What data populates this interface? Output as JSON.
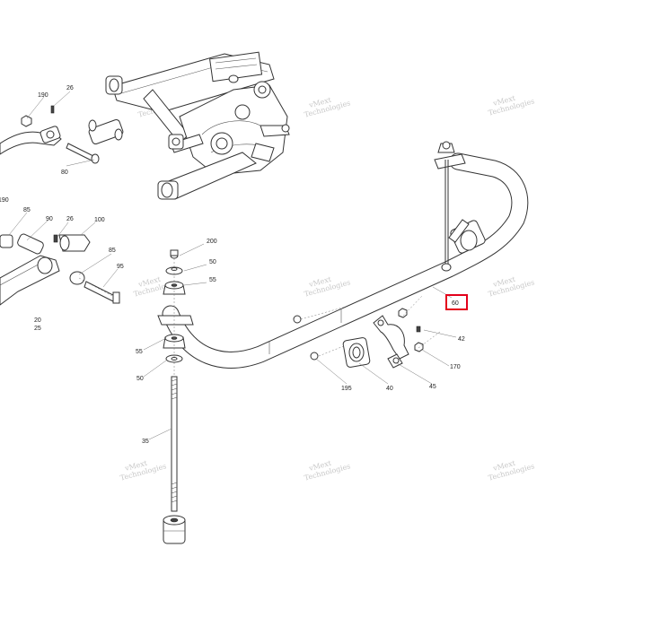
{
  "parts": {
    "p190a": "190",
    "p26a": "26",
    "p80": "80",
    "p190b": "190",
    "p85a": "85",
    "p90": "90",
    "p26b": "26",
    "p100": "100",
    "p85b": "85",
    "p95": "95",
    "p20": "20",
    "p25": "25",
    "p200": "200",
    "p50a": "50",
    "p55a": "55",
    "p55b": "55",
    "p50b": "50",
    "p35": "35",
    "p60": "60",
    "p42": "42",
    "p170": "170",
    "p195": "195",
    "p40": "40",
    "p45": "45"
  },
  "highlight": {
    "part": "60",
    "color": "#e3001b"
  },
  "watermark": {
    "line1": "vMext",
    "line2": "Technologies"
  }
}
